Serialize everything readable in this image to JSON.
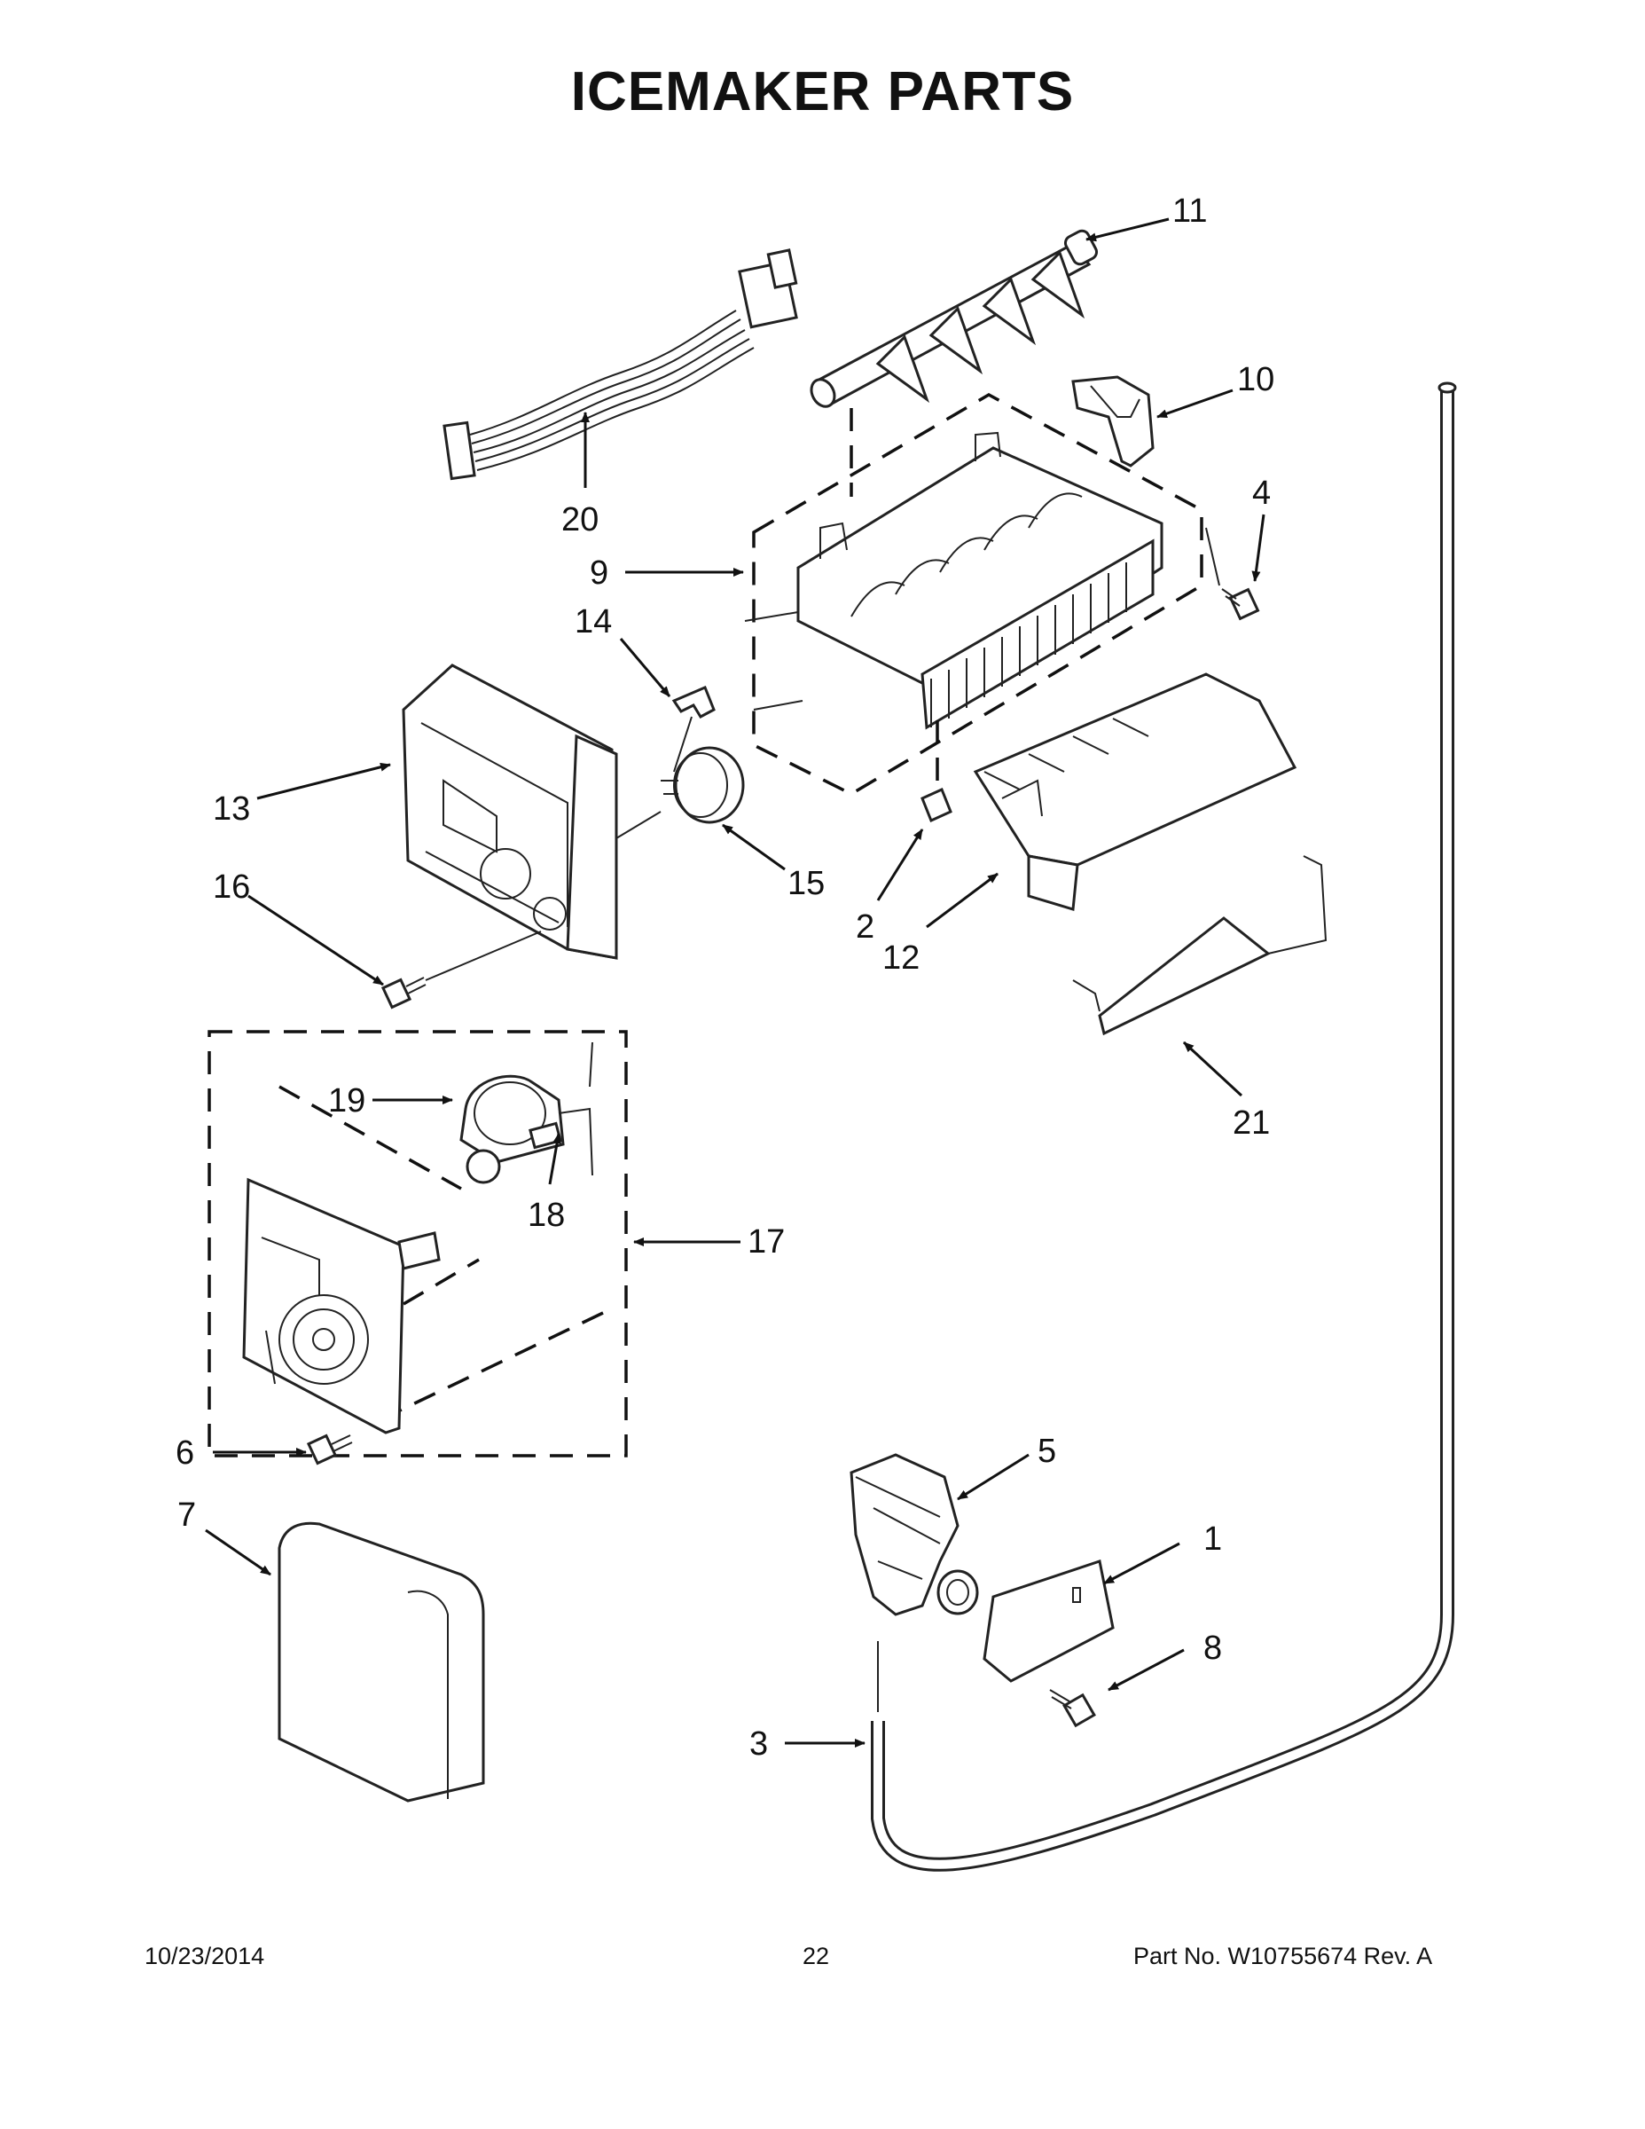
{
  "title": "ICEMAKER PARTS",
  "callouts": {
    "c1": "1",
    "c2": "2",
    "c3": "3",
    "c4": "4",
    "c5": "5",
    "c6": "6",
    "c7": "7",
    "c8": "8",
    "c9": "9",
    "c10": "10",
    "c11": "11",
    "c12": "12",
    "c13": "13",
    "c14": "14",
    "c15": "15",
    "c16": "16",
    "c17": "17",
    "c18": "18",
    "c19": "19",
    "c20": "20",
    "c21": "21"
  },
  "footer": {
    "date": "10/23/2014",
    "page": "22",
    "part_no": "Part No.  W10755674  Rev.  A"
  }
}
